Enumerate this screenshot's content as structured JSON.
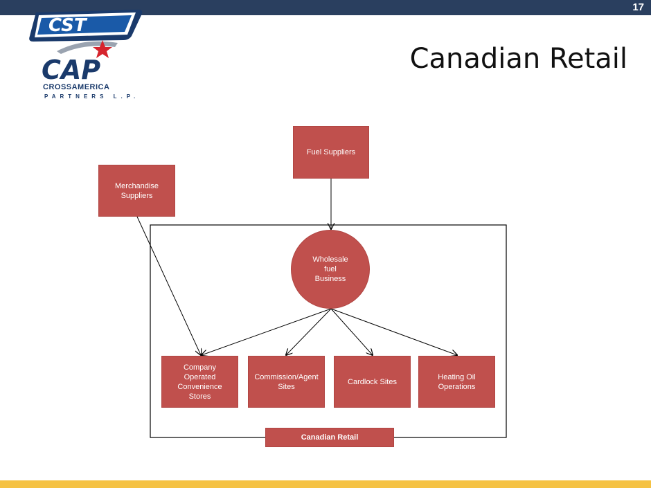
{
  "header": {
    "page_number": "17"
  },
  "title": "Canadian Retail",
  "logos": {
    "cst": "CST",
    "cap": "CAP",
    "wordmark": "CROSSAMERICA",
    "wordmark_sub": "PARTNERS L.P."
  },
  "diagram": {
    "nodes": {
      "fuel_suppliers": "Fuel Suppliers",
      "merchandise_suppliers": "Merchandise\nSuppliers",
      "wholesale": "Wholesale\nfuel\nBusiness",
      "company_stores": "Company\nOperated\nConvenience\nStores",
      "commission_sites": "Commission/Agent\nSites",
      "cardlock_sites": "Cardlock Sites",
      "heating_oil": "Heating Oil\nOperations",
      "canadian_retail": "Canadian Retail"
    }
  },
  "colors": {
    "node_fill": "#c0504d",
    "header_bar": "#2a3f5f",
    "footer_bar": "#f5c243",
    "brand_blue": "#1a3a6b",
    "brand_red": "#d6242d"
  }
}
